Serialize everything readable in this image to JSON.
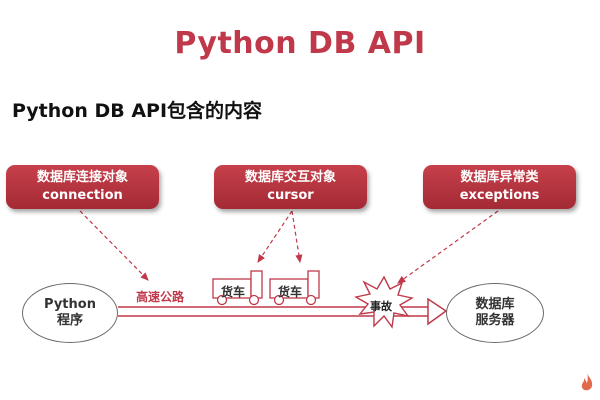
{
  "title": "Python DB API",
  "subtitle": "Python DB API包含的内容",
  "boxes": {
    "connection": {
      "line1": "数据库连接对象",
      "line2": "connection"
    },
    "cursor": {
      "line1": "数据库交互对象",
      "line2": "cursor"
    },
    "exceptions": {
      "line1": "数据库异常类",
      "line2": "exceptions"
    }
  },
  "nodes": {
    "python": {
      "line1": "Python",
      "line2": "程序"
    },
    "database": {
      "line1": "数据库",
      "line2": "服务器"
    }
  },
  "road_label": "高速公路",
  "trucks": [
    "货车",
    "货车"
  ],
  "accident_label": "事故",
  "colors": {
    "accent": "#c0394a",
    "box": "#b8333e"
  }
}
